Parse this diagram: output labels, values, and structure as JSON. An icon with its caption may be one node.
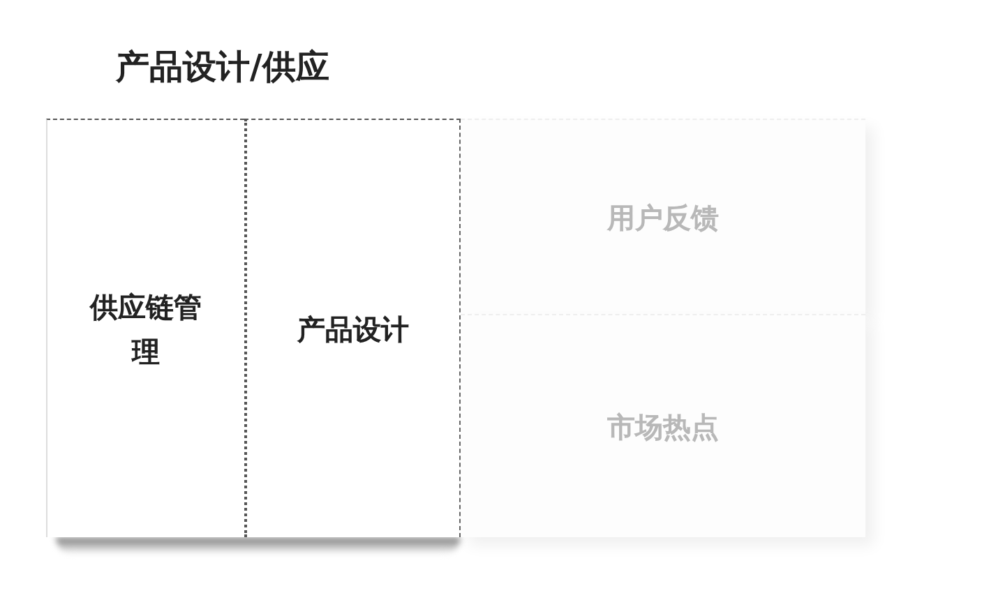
{
  "diagram": {
    "title": "产品设计/供应",
    "nodes": [
      {
        "text": [
          "供应链管理"
        ]
      },
      {
        "text": [
          "产品设计"
        ]
      },
      {
        "text": [
          "用户反馈"
        ]
      },
      {
        "text": [
          "市场热点"
        ]
      }
    ]
  }
}
